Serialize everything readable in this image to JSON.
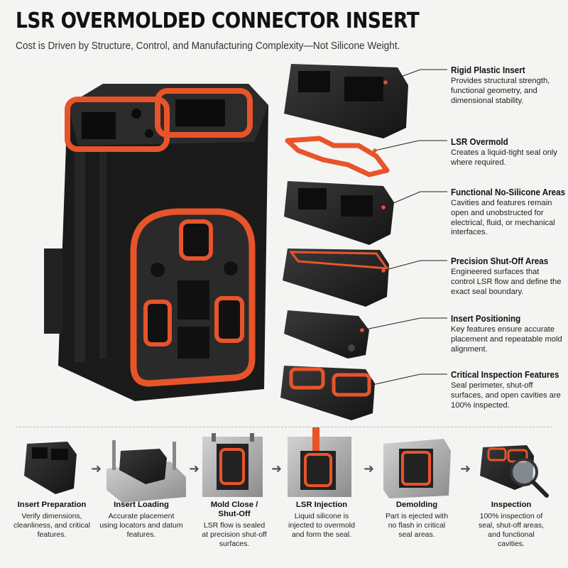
{
  "header": {
    "title": "LSR OVERMOLDED CONNECTOR INSERT",
    "subtitle": "Cost is Driven by Structure, Control, and Manufacturing Complexity—Not Silicone Weight."
  },
  "callouts": [
    {
      "title": "Rigid Plastic Insert",
      "desc": "Provides structural strength, functional geometry, and dimensional stability."
    },
    {
      "title": "LSR Overmold",
      "desc": "Creates a liquid-tight seal only where required."
    },
    {
      "title": "Functional No-Silicone Areas",
      "desc": "Cavities and features remain open and unobstructed for electrical, fluid, or mechanical interfaces."
    },
    {
      "title": "Precision Shut-Off Areas",
      "desc": "Engineered surfaces that control LSR flow and define the exact seal boundary."
    },
    {
      "title": "Insert Positioning",
      "desc": "Key features ensure accurate placement and repeatable mold alignment."
    },
    {
      "title": "Critical Inspection Features",
      "desc": "Seal perimeter, shut-off surfaces, and open cavities are 100% inspected."
    }
  ],
  "process_steps": [
    {
      "title": "Insert Preparation",
      "desc": "Verify dimensions, cleanliness, and critical features."
    },
    {
      "title": "Insert Loading",
      "desc": "Accurate placement using locators and datum features."
    },
    {
      "title": "Mold Close / Shut-Off",
      "desc": "LSR flow is sealed at precision shut-off surfaces."
    },
    {
      "title": "LSR Injection",
      "desc": "Liquid silicone is injected to overmold and form the seal."
    },
    {
      "title": "Demolding",
      "desc": "Part is ejected with no flash in critical seal areas."
    },
    {
      "title": "Inspection",
      "desc": "100% inspection of seal, shut-off areas, and functional cavities."
    }
  ],
  "colors": {
    "lsr_orange": "#e8542a",
    "plastic_black": "#1d1d1d",
    "steel_gray": "#a9a9a9",
    "background": "#f4f4f2"
  }
}
